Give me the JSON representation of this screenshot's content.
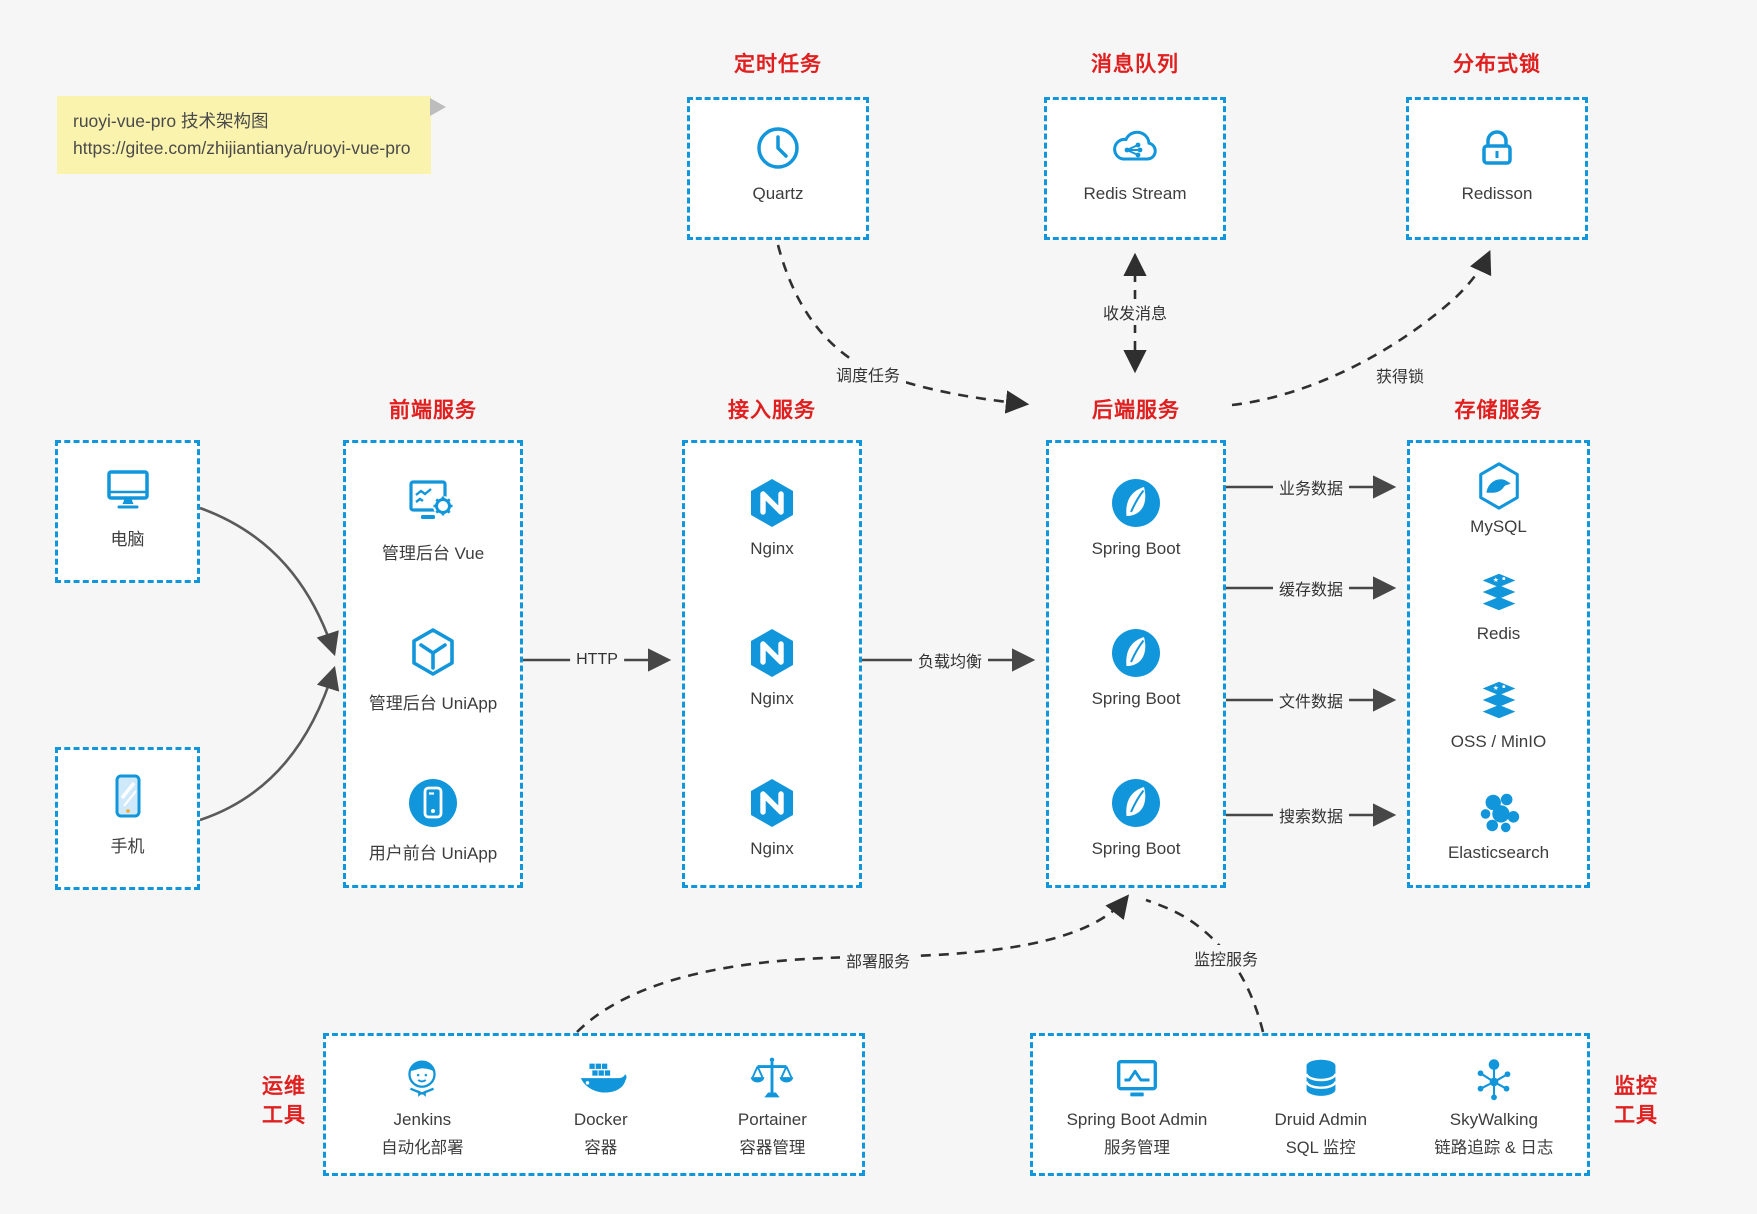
{
  "note": {
    "title": "ruoyi-vue-pro 技术架构图",
    "url": "https://gitee.com/zhijiantianya/ruoyi-vue-pro"
  },
  "colors": {
    "accent": "#1296db",
    "title_red": "#e01f1f",
    "note_bg": "#faf3ae",
    "solid_arrow": "#474747",
    "dashed_arrow": "#2f2f2f",
    "box_bg": "#ffffff",
    "page_bg": "#f6f6f7"
  },
  "top_groups": {
    "scheduled_job": {
      "title": "定时任务",
      "item": {
        "label": "Quartz",
        "icon": "clock"
      }
    },
    "message_queue": {
      "title": "消息队列",
      "item": {
        "label": "Redis Stream",
        "icon": "cloud-share"
      }
    },
    "distributed_lock": {
      "title": "分布式锁",
      "item": {
        "label": "Redisson",
        "icon": "lock"
      }
    }
  },
  "clients": {
    "pc": {
      "label": "电脑",
      "icon": "desktop"
    },
    "mobile": {
      "label": "手机",
      "icon": "phone"
    }
  },
  "columns": {
    "frontend": {
      "title": "前端服务",
      "items": [
        {
          "label": "管理后台 Vue",
          "icon": "admin-vue"
        },
        {
          "label": "管理后台 UniApp",
          "icon": "uniapp-cube"
        },
        {
          "label": "用户前台 UniApp",
          "icon": "user-front"
        }
      ]
    },
    "gateway": {
      "title": "接入服务",
      "items": [
        {
          "label": "Nginx",
          "icon": "nginx"
        },
        {
          "label": "Nginx",
          "icon": "nginx"
        },
        {
          "label": "Nginx",
          "icon": "nginx"
        }
      ]
    },
    "backend": {
      "title": "后端服务",
      "items": [
        {
          "label": "Spring Boot",
          "icon": "spring"
        },
        {
          "label": "Spring Boot",
          "icon": "spring"
        },
        {
          "label": "Spring Boot",
          "icon": "spring"
        }
      ]
    },
    "storage": {
      "title": "存储服务",
      "items": [
        {
          "label": "MySQL",
          "icon": "mysql"
        },
        {
          "label": "Redis",
          "icon": "redis-stack"
        },
        {
          "label": "OSS / MinIO",
          "icon": "redis-stack"
        },
        {
          "label": "Elasticsearch",
          "icon": "elastic"
        }
      ]
    }
  },
  "bottom_groups": {
    "devops": {
      "title_line1": "运维",
      "title_line2": "工具",
      "items": [
        {
          "name": "Jenkins",
          "desc": "自动化部署",
          "icon": "jenkins"
        },
        {
          "name": "Docker",
          "desc": "容器",
          "icon": "docker"
        },
        {
          "name": "Portainer",
          "desc": "容器管理",
          "icon": "portainer"
        }
      ]
    },
    "monitoring": {
      "title_line1": "监控",
      "title_line2": "工具",
      "items": [
        {
          "name": "Spring Boot Admin",
          "desc": "服务管理",
          "icon": "monitor-chart"
        },
        {
          "name": "Druid Admin",
          "desc": "SQL 监控",
          "icon": "database"
        },
        {
          "name": "SkyWalking",
          "desc": "链路追踪 & 日志",
          "icon": "network"
        }
      ]
    }
  },
  "edges": {
    "http": "HTTP",
    "load_balance": "负载均衡",
    "business_data": "业务数据",
    "cache_data": "缓存数据",
    "file_data": "文件数据",
    "search_data": "搜索数据",
    "schedule_job": "调度任务",
    "send_receive_message": "收发消息",
    "acquire_lock": "获得锁",
    "deploy_service": "部署服务",
    "monitor_service": "监控服务"
  }
}
